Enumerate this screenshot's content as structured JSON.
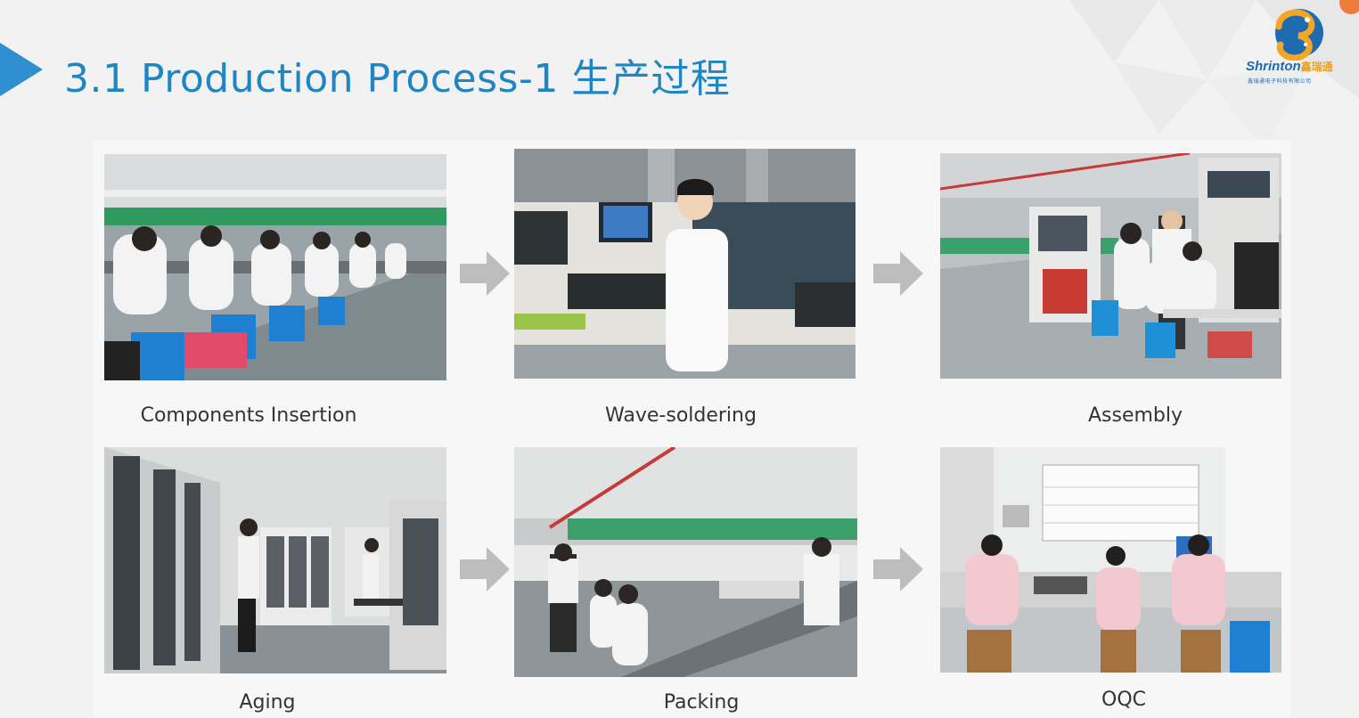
{
  "title": "3.1  Production Process-1  生产过程",
  "logo": {
    "name_en": "Shrinton",
    "name_cn": "鑫瑞通",
    "sub": "鑫瑞通电子科技有限公司"
  },
  "steps": [
    {
      "caption": "Components Insertion",
      "icon": "assembly-line-photo"
    },
    {
      "caption": "Wave-soldering",
      "icon": "soldering-machine-photo"
    },
    {
      "caption": "Assembly",
      "icon": "assembly-station-photo"
    },
    {
      "caption": "Aging",
      "icon": "aging-cabinets-photo"
    },
    {
      "caption": "Packing",
      "icon": "packing-line-photo"
    },
    {
      "caption": "OQC",
      "icon": "quality-control-photo"
    }
  ],
  "colors": {
    "title": "#1e86c2",
    "accent_arrow": "#2f8fd0",
    "flow_arrow": "#bdbdbd",
    "logo_orange": "#f0a020",
    "logo_blue": "#1f6bb0"
  }
}
